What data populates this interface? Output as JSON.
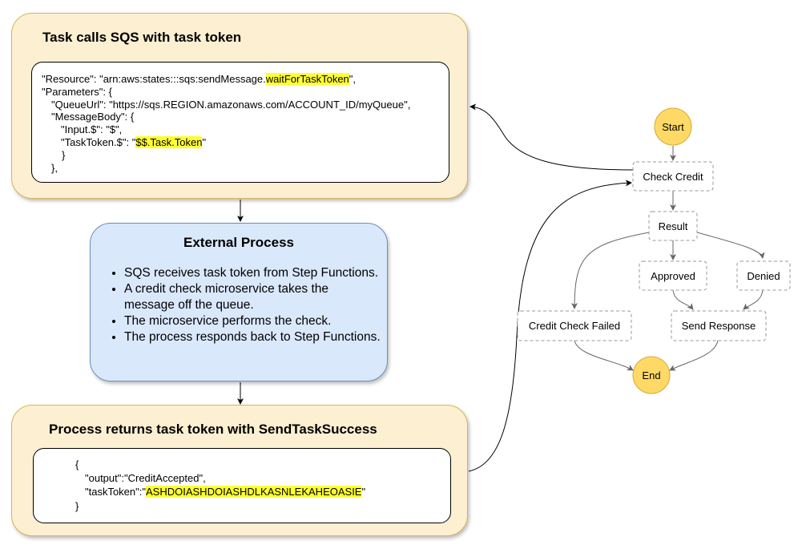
{
  "top_panel": {
    "title": "Task calls SQS with task token",
    "code": {
      "line1_pre": "\"Resource\": \"arn:aws:states:::sqs:sendMessage.",
      "line1_hl": "waitForTaskToken",
      "line1_post": "\",",
      "line2": "\"Parameters\": {",
      "line3": "\"QueueUrl\": \"https://sqs.REGION.amazonaws.com/ACCOUNT_ID/myQueue\",",
      "line4": "\"MessageBody\": {",
      "line5": "\"Input.$\": \"$\",",
      "line6_pre": "\"TaskToken.$\": \"",
      "line6_hl": "$$.Task.Token",
      "line6_post": "\"",
      "line7": "}",
      "line8": "},"
    }
  },
  "external_process": {
    "title": "External Process",
    "items": [
      "SQS receives task token from Step Functions.",
      "A credit check microservice takes the message off the queue.",
      "The microservice performs the check.",
      "The process responds back to Step Functions."
    ]
  },
  "bottom_panel": {
    "title": "Process returns task token with SendTaskSuccess",
    "code": {
      "line1": "{",
      "line2": "\"output\":\"CreditAccepted\",",
      "line3_pre": "\"taskToken\":\"",
      "line3_hl": "ASHDOIASHDOIASHDLKASNLEKAHEOASIE",
      "line3_post": "\"",
      "line4": "}"
    }
  },
  "workflow": {
    "start": "Start",
    "check_credit": "Check Credit",
    "result": "Result",
    "approved": "Approved",
    "denied": "Denied",
    "credit_check_failed": "Credit Check Failed",
    "send_response": "Send Response",
    "end": "End"
  },
  "colors": {
    "panel_fill": "#fdefd1",
    "panel_border": "#d6b656",
    "external_fill": "#dae8fc",
    "external_border": "#6c8ebf",
    "highlight": "#ffff33",
    "circle_fill": "#ffd966"
  }
}
